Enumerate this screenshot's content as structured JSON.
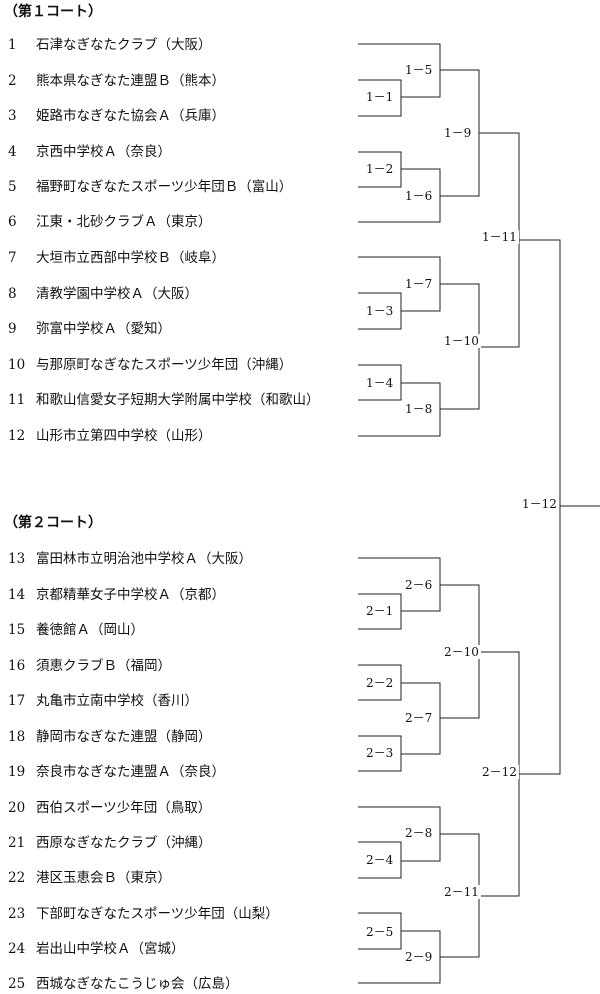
{
  "courts": [
    {
      "title": "（第１コート）",
      "teams": [
        {
          "no": "1",
          "name": "石津なぎなたクラブ（大阪）"
        },
        {
          "no": "2",
          "name": "熊本県なぎなた連盟Ｂ（熊本）"
        },
        {
          "no": "3",
          "name": "姫路市なぎなた協会Ａ（兵庫）"
        },
        {
          "no": "4",
          "name": "京西中学校Ａ（奈良）"
        },
        {
          "no": "5",
          "name": "福野町なぎなたスポーツ少年団Ｂ（富山）"
        },
        {
          "no": "6",
          "name": "江東・北砂クラブＡ（東京）"
        },
        {
          "no": "7",
          "name": "大垣市立西部中学校Ｂ（岐阜）"
        },
        {
          "no": "8",
          "name": "清教学園中学校Ａ（大阪）"
        },
        {
          "no": "9",
          "name": "弥富中学校Ａ（愛知）"
        },
        {
          "no": "10",
          "name": "与那原町なぎなたスポーツ少年団（沖縄）"
        },
        {
          "no": "11",
          "name": "和歌山信愛女子短期大学附属中学校（和歌山）"
        },
        {
          "no": "12",
          "name": "山形市立第四中学校（山形）"
        }
      ]
    },
    {
      "title": "（第２コート）",
      "teams": [
        {
          "no": "13",
          "name": "富田林市立明治池中学校Ａ（大阪）"
        },
        {
          "no": "14",
          "name": "京都精華女子中学校Ａ（京都）"
        },
        {
          "no": "15",
          "name": "養徳館Ａ（岡山）"
        },
        {
          "no": "16",
          "name": "須恵クラブＢ（福岡）"
        },
        {
          "no": "17",
          "name": "丸亀市立南中学校（香川）"
        },
        {
          "no": "18",
          "name": "静岡市なぎなた連盟（静岡）"
        },
        {
          "no": "19",
          "name": "奈良市なぎなた連盟Ａ（奈良）"
        },
        {
          "no": "20",
          "name": "西伯スポーツ少年団（鳥取）"
        },
        {
          "no": "21",
          "name": "西原なぎなたクラブ（沖縄）"
        },
        {
          "no": "22",
          "name": "港区玉恵会Ｂ（東京）"
        },
        {
          "no": "23",
          "name": "下部町なぎなたスポーツ少年団（山梨）"
        },
        {
          "no": "24",
          "name": "岩出山中学校Ａ（宮城）"
        },
        {
          "no": "25",
          "name": "西城なぎなたこうじゅ会（広島）"
        }
      ]
    }
  ],
  "matches": {
    "m1_1": "1－1",
    "m1_2": "1－2",
    "m1_3": "1－3",
    "m1_4": "1－4",
    "m1_5": "1－5",
    "m1_6": "1－6",
    "m1_7": "1－7",
    "m1_8": "1－8",
    "m1_9": "1－9",
    "m1_10": "1－10",
    "m1_11": "1－11",
    "m1_12": "1－12",
    "m2_1": "2－1",
    "m2_2": "2－2",
    "m2_3": "2－3",
    "m2_4": "2－4",
    "m2_5": "2－5",
    "m2_6": "2－6",
    "m2_7": "2－7",
    "m2_8": "2－8",
    "m2_9": "2－9",
    "m2_10": "2－10",
    "m2_11": "2－11",
    "m2_12": "2－12"
  }
}
